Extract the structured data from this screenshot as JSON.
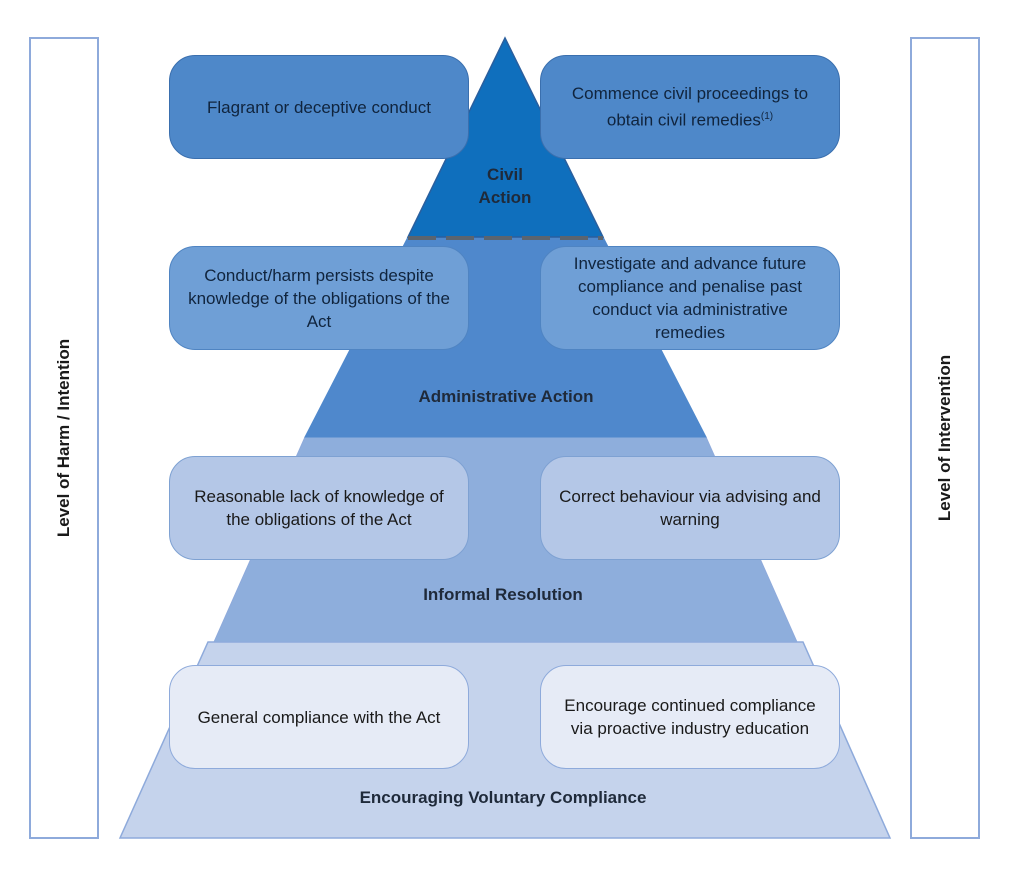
{
  "side_labels": {
    "left": "Level of Harm / Intention",
    "right": "Level of Intervention"
  },
  "tiers": {
    "civil": {
      "label": "Civil Action",
      "left_text": "Flagrant or deceptive conduct",
      "right_text": "Commence civil proceedings to obtain civil remedies",
      "right_footnote": "(1)"
    },
    "administrative": {
      "label": "Administrative Action",
      "left_text": "Conduct/harm persists despite knowledge of the obligations of the Act",
      "right_text": "Investigate and advance future compliance and penalise past conduct via administrative remedies"
    },
    "informal": {
      "label": "Informal Resolution",
      "left_text": "Reasonable lack of knowledge of the obligations of the Act",
      "right_text": "Correct behaviour via advising and warning"
    },
    "voluntary": {
      "label": "Encouraging Voluntary Compliance",
      "left_text": "General compliance with the Act",
      "right_text": "Encourage continued compliance via proactive industry education"
    }
  },
  "colors": {
    "civil_tier": "#0f6fbd",
    "administrative_tier": "#4f88cc",
    "informal_tier": "#8eaedc",
    "voluntary_tier": "#c5d3ec",
    "outline": "#8eaadb",
    "divider": "#5a6470"
  }
}
